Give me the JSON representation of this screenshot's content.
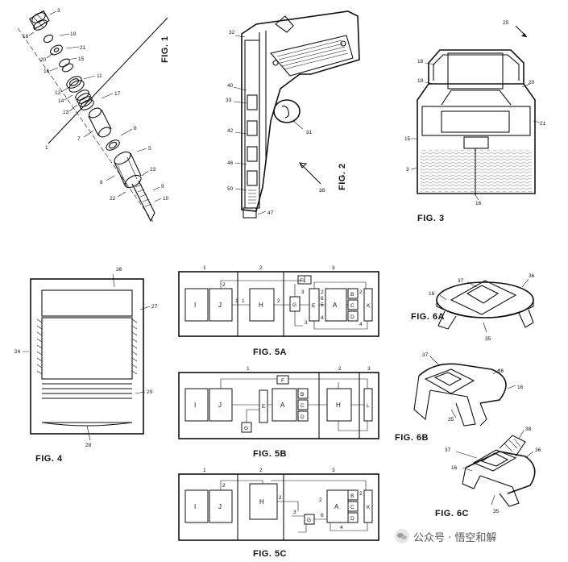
{
  "figures": {
    "fig1": "FIG. 1",
    "fig2": "FIG. 2",
    "fig3": "FIG. 3",
    "fig4": "FIG. 4",
    "fig5a": "FIG. 5A",
    "fig5b": "FIG. 5B",
    "fig5c": "FIG. 5C",
    "fig6a": "FIG. 6A",
    "fig6b": "FIG. 6B",
    "fig6c": "FIG. 6C"
  },
  "fig1_refs": [
    "3",
    "18",
    "19",
    "20",
    "21",
    "15",
    "16",
    "11",
    "12",
    "14",
    "13",
    "17",
    "7",
    "8",
    "1",
    "6",
    "5",
    "23",
    "9",
    "10",
    "22"
  ],
  "fig2_refs": [
    "32",
    "33",
    "40",
    "31",
    "42",
    "46",
    "50",
    "47",
    "38"
  ],
  "fig3_refs": [
    "25",
    "18",
    "19",
    "20",
    "21",
    "15",
    "3",
    "16"
  ],
  "fig4_refs": [
    "26",
    "27",
    "24",
    "29",
    "28"
  ],
  "fig5a": {
    "sections": [
      "1",
      "2",
      "3"
    ],
    "blocks": [
      "I",
      "J",
      "H",
      "F1",
      "G",
      "E",
      "A",
      "B",
      "C",
      "D",
      "K"
    ],
    "wires": [
      "2",
      "1",
      "1",
      "2",
      "3",
      "2",
      "6",
      "5",
      "4",
      "2",
      "4",
      "3"
    ]
  },
  "fig5b": {
    "sections": [
      "1",
      "2",
      "3"
    ],
    "blocks": [
      "I",
      "J",
      "F",
      "E",
      "A",
      "B",
      "C",
      "D",
      "H",
      "L",
      "G"
    ]
  },
  "fig5c": {
    "sections": [
      "1",
      "2",
      "3"
    ],
    "blocks": [
      "I",
      "J",
      "H",
      "A",
      "B",
      "C",
      "D",
      "K",
      "G"
    ],
    "wires": [
      "2",
      "2",
      "3",
      "2",
      "6",
      "4",
      "2"
    ]
  },
  "fig6a_refs": [
    "37",
    "36",
    "16",
    "35"
  ],
  "fig6b_refs": [
    "37",
    "36",
    "16",
    "35"
  ],
  "fig6c_refs": [
    "38",
    "37",
    "36",
    "16",
    "35"
  ],
  "watermark": {
    "text": "公众号 · 悟空和解",
    "icon": "wechat-icon"
  }
}
